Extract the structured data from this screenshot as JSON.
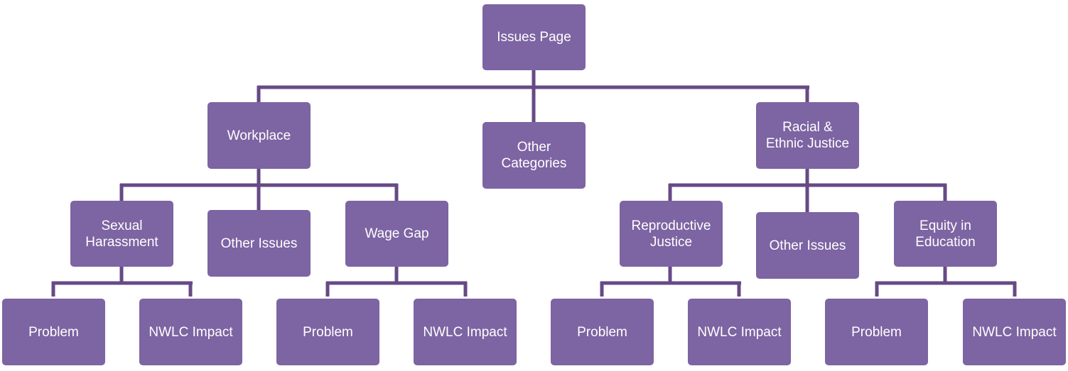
{
  "colors": {
    "node_fill": "#7d64a2",
    "node_text": "#ffffff",
    "connector": "#664a85"
  },
  "nodes": {
    "root": "Issues Page",
    "workplace": "Workplace",
    "other_categories": "Other\nCategories",
    "racial_ethnic_justice": "Racial &\nEthnic Justice",
    "sexual_harassment": "Sexual\nHarassment",
    "workplace_other_issues": "Other Issues",
    "wage_gap": "Wage Gap",
    "reproductive_justice": "Reproductive\nJustice",
    "racial_other_issues": "Other Issues",
    "equity_in_education": "Equity in\nEducation",
    "sh_problem": "Problem",
    "sh_nwlc_impact": "NWLC Impact",
    "wg_problem": "Problem",
    "wg_nwlc_impact": "NWLC Impact",
    "rj_problem": "Problem",
    "rj_nwlc_impact": "NWLC Impact",
    "ee_problem": "Problem",
    "ee_nwlc_impact": "NWLC Impact"
  }
}
